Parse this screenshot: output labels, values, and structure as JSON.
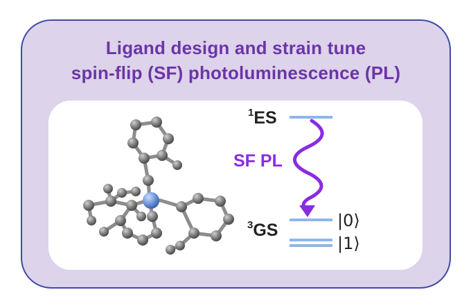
{
  "header": {
    "title_line1": "Ligand design and strain tune",
    "title_line2": "spin-flip (SF) photoluminescence (PL)"
  },
  "diagram": {
    "excited_state": {
      "sup": "1",
      "name": "ES"
    },
    "ground_state": {
      "sup": "3",
      "name": "GS"
    },
    "transition_label": "SF PL",
    "ket_0": "|0⟩",
    "ket_1": "|1⟩"
  },
  "colors": {
    "card_bg": "#ddd3ea",
    "card_border": "#3d4aa6",
    "title": "#6b35a8",
    "arrow": "#8a2be2",
    "level": "#8fb6ec",
    "atom_grey": "#7a7a7a",
    "atom_metal": "#6f95d8"
  },
  "icons": {
    "molecule": "molecule-ball-and-stick-icon",
    "wavy_arrow": "wavy-arrow-icon"
  }
}
